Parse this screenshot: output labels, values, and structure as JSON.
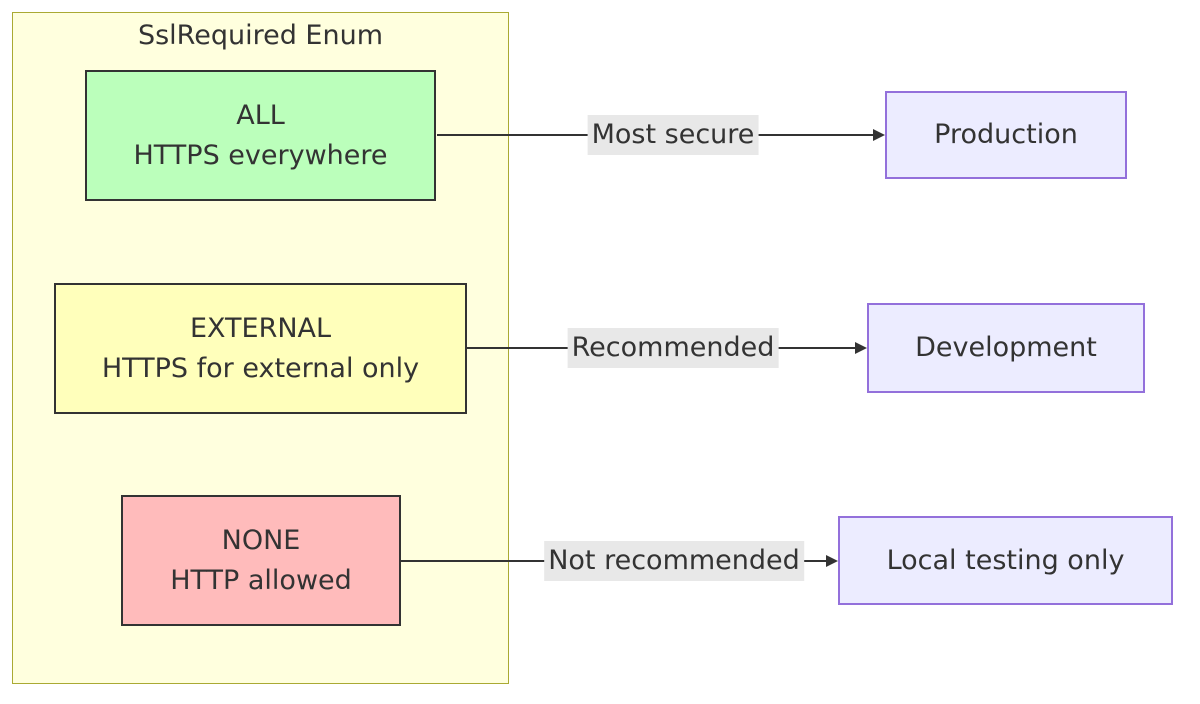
{
  "diagram": {
    "type": "flowchart",
    "direction": "left-to-right",
    "group": {
      "label": "SslRequired Enum",
      "fill": "#ffffde",
      "border_color": "#aaaa33"
    },
    "nodes": {
      "all": {
        "value": "ALL",
        "description": "HTTPS everywhere",
        "fill": "#bbffbb",
        "border": "#333333"
      },
      "external": {
        "value": "EXTERNAL",
        "description": "HTTPS for external only",
        "fill": "#ffffbb",
        "border": "#333333"
      },
      "none": {
        "value": "NONE",
        "description": "HTTP allowed",
        "fill": "#ffbbbb",
        "border": "#333333"
      },
      "production": {
        "label": "Production",
        "fill": "#ececff",
        "border": "#9370db"
      },
      "development": {
        "label": "Development",
        "fill": "#ececff",
        "border": "#9370db"
      },
      "local": {
        "label": "Local testing only",
        "fill": "#ececff",
        "border": "#9370db"
      }
    },
    "edges": [
      {
        "from": "ALL",
        "label": "Most secure",
        "to": "Production"
      },
      {
        "from": "EXTERNAL",
        "label": "Recommended",
        "to": "Development"
      },
      {
        "from": "NONE",
        "label": "Not recommended",
        "to": "Local testing only"
      }
    ],
    "edge_style": {
      "line_color": "#333333",
      "label_bg": "#e8e8e8",
      "text_color": "#333333"
    }
  }
}
